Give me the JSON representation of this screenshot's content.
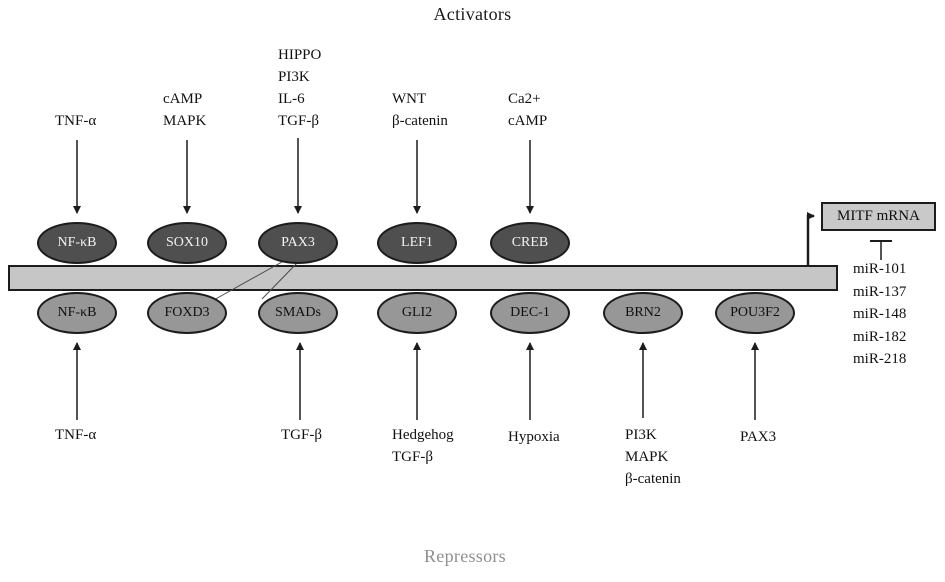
{
  "titles": {
    "top": "Activators",
    "bottom": "Repressors"
  },
  "activators": [
    {
      "factor": "NF-κB",
      "signals": [
        "TNF-α"
      ]
    },
    {
      "factor": "SOX10",
      "signals": [
        "cAMP",
        "MAPK"
      ]
    },
    {
      "factor": "PAX3",
      "signals": [
        "HIPPO",
        "PI3K",
        "IL-6",
        "TGF-β"
      ]
    },
    {
      "factor": "LEF1",
      "signals": [
        "WNT",
        "β-catenin"
      ]
    },
    {
      "factor": "CREB",
      "signals": [
        "Ca2+",
        "cAMP"
      ]
    }
  ],
  "repressors": [
    {
      "factor": "NF-κB",
      "signals": [
        "TNF-α"
      ]
    },
    {
      "factor": "FOXD3",
      "signals": []
    },
    {
      "factor": "SMADs",
      "signals": [
        "TGF-β"
      ]
    },
    {
      "factor": "GLI2",
      "signals": [
        "Hedgehog",
        "TGF-β"
      ]
    },
    {
      "factor": "DEC-1",
      "signals": [
        "Hypoxia"
      ]
    },
    {
      "factor": "BRN2",
      "signals": [
        "PI3K",
        "MAPK",
        "β-catenin"
      ]
    },
    {
      "factor": "POU3F2",
      "signals": [
        "PAX3"
      ]
    }
  ],
  "mitf_label": "MITF mRNA",
  "mirnas": [
    "miR-101",
    "miR-137",
    "miR-148",
    "miR-182",
    "miR-218"
  ],
  "colors": {
    "activator_fill": "#4f4f4f",
    "repressor_fill": "#979797",
    "bar_fill": "#c6c6c6",
    "box_fill": "#c9c9c9"
  }
}
